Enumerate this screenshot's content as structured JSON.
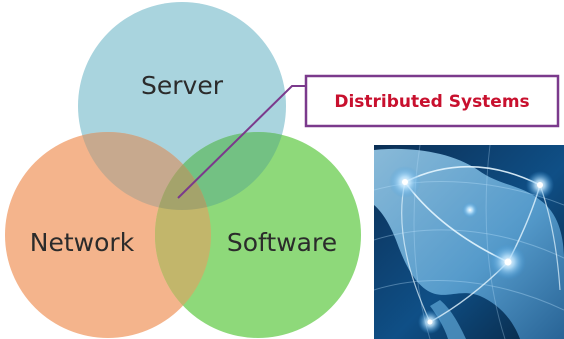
{
  "diagram": {
    "circles": [
      {
        "id": "server",
        "label": "Server",
        "color": "#a9d4de"
      },
      {
        "id": "network",
        "label": "Network",
        "color": "#f4b48c"
      },
      {
        "id": "software",
        "label": "Software",
        "color": "#8ed97a"
      }
    ],
    "overlap_colors": {
      "server_network": "#c7a98e",
      "server_software": "#73c183",
      "network_software": "#c2b66b",
      "center": "#a4a36b"
    },
    "callout": {
      "label": "Distributed Systems",
      "text_color": "#c8102e",
      "border_color": "#7b3a8c"
    }
  },
  "image": {
    "description": "globe-network-image",
    "accent": "#1d6fa8"
  }
}
